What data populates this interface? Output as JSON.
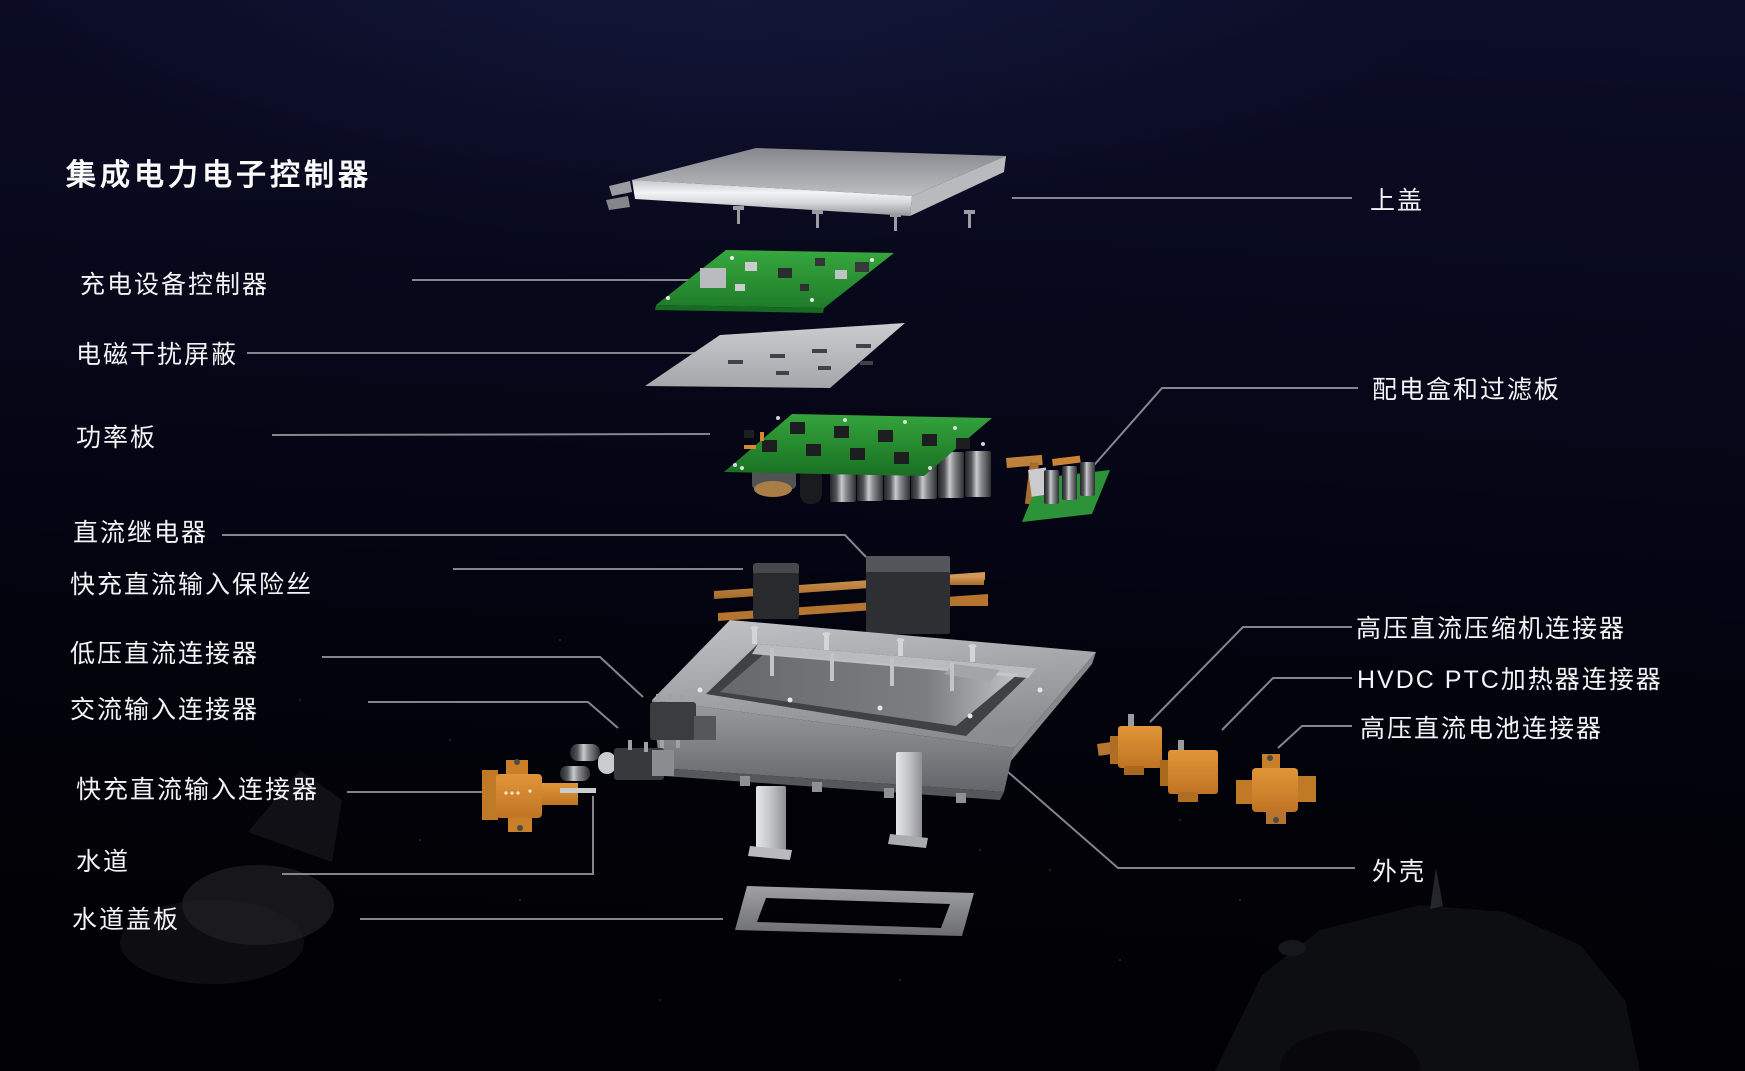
{
  "title": "集成电力电子控制器",
  "callouts": [
    {
      "part": "charger-controller-board",
      "text": "充电设备控制器",
      "side": "left"
    },
    {
      "part": "emi-shield",
      "text": "电磁干扰屏蔽",
      "side": "left"
    },
    {
      "part": "power-board",
      "text": "功率板",
      "side": "left"
    },
    {
      "part": "dc-relay",
      "text": "直流继电器",
      "side": "left"
    },
    {
      "part": "fast-charge-dc-input-fuse",
      "text": "快充直流输入保险丝",
      "side": "left"
    },
    {
      "part": "low-voltage-dc-connector",
      "text": "低压直流连接器",
      "side": "left"
    },
    {
      "part": "ac-input-connector",
      "text": "交流输入连接器",
      "side": "left"
    },
    {
      "part": "fast-charge-dc-input-connector",
      "text": "快充直流输入连接器",
      "side": "left"
    },
    {
      "part": "water-channel",
      "text": "水道",
      "side": "left"
    },
    {
      "part": "water-channel-cover",
      "text": "水道盖板",
      "side": "left"
    },
    {
      "part": "top-cover",
      "text": "上盖",
      "side": "right"
    },
    {
      "part": "distribution-box-filter-board",
      "text": "配电盒和过滤板",
      "side": "right"
    },
    {
      "part": "hvdc-compressor-connector",
      "text": "高压直流压缩机连接器",
      "side": "right"
    },
    {
      "part": "hvdc-ptc-heater-connector",
      "text": "HVDC PTC加热器连接器",
      "side": "right"
    },
    {
      "part": "hvdc-battery-connector",
      "text": "高压直流电池连接器",
      "side": "right"
    },
    {
      "part": "housing",
      "text": "外壳",
      "side": "right"
    }
  ],
  "colors": {
    "background_top": "#0c0e28",
    "background_bottom": "#010104",
    "label_text": "#f2f3f5",
    "leader_line": "#9b9ca2",
    "pcb_green": "#2f9b37",
    "copper_busbar": "#c07c34",
    "connector_orange": "#d8892f",
    "metal_silver": "#dcdde0",
    "housing_gray": "#9fa1a5"
  }
}
